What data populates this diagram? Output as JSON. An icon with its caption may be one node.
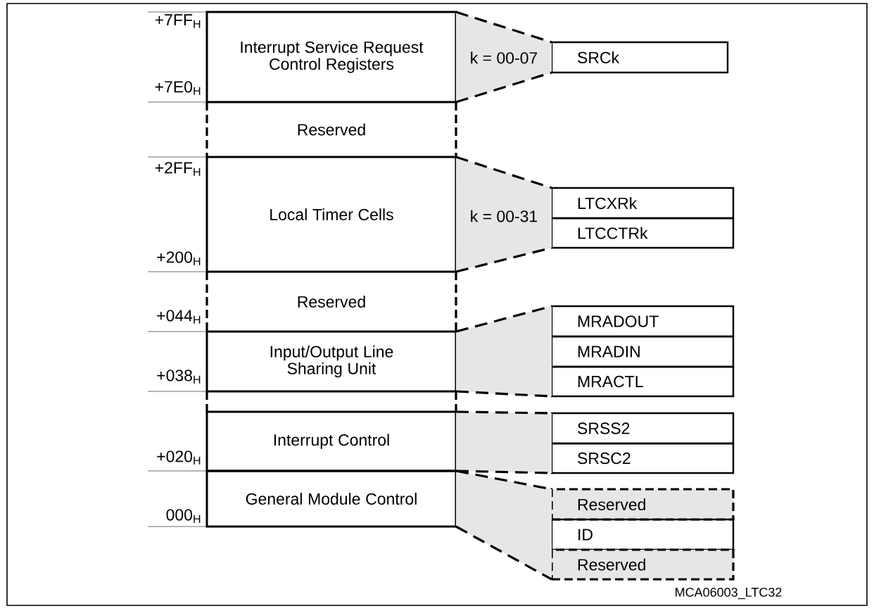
{
  "diagram": {
    "nodes": [
      {
        "text": [
          "Interrupt Service Request Control Registers"
        ]
      },
      {
        "text": [
          "SRCk"
        ]
      },
      {
        "text": [
          "Reserved"
        ]
      },
      {
        "text": [
          "Local Timer Cells"
        ]
      },
      {
        "text": [
          "LTCXRk"
        ]
      },
      {
        "text": [
          "LTCCTRk"
        ]
      },
      {
        "text": [
          "Reserved"
        ]
      },
      {
        "text": [
          "Input/Output Line Sharing Unit"
        ]
      },
      {
        "text": [
          "MRADOUT"
        ]
      },
      {
        "text": [
          "MRADIN"
        ]
      },
      {
        "text": [
          "MRACTL"
        ]
      },
      {
        "text": [],
        "shape": "box"
      },
      {
        "text": [
          "Interrupt Control"
        ]
      },
      {
        "text": [
          "SRSS2"
        ]
      },
      {
        "text": [
          "SRSC2"
        ]
      },
      {
        "text": [
          "General Module Control"
        ]
      },
      {
        "text": [
          "Reserved"
        ]
      },
      {
        "text": [
          "ID"
        ]
      },
      {
        "text": [
          "Reserved"
        ]
      }
    ],
    "edges": [
      {
        "from": 0,
        "to": 1,
        "arrow": "none",
        "style": "dashed"
      },
      {
        "from": 0,
        "to": 1,
        "arrow": "none",
        "style": "dashed"
      },
      {
        "from": 3,
        "to": 4,
        "arrow": "none",
        "style": "dashed"
      },
      {
        "from": 3,
        "to": 5,
        "arrow": "none",
        "style": "dashed"
      },
      {
        "from": 7,
        "to": 8,
        "arrow": "none",
        "style": "dashed"
      },
      {
        "from": 7,
        "to": 10,
        "arrow": "none",
        "style": "dashed"
      },
      {
        "from": 12,
        "to": 13,
        "arrow": "none",
        "style": "dashed"
      },
      {
        "from": 12,
        "to": 14,
        "arrow": "none",
        "style": "dashed"
      },
      {
        "from": 15,
        "to": 16,
        "arrow": "none",
        "style": "dashed"
      },
      {
        "from": 15,
        "to": 18,
        "arrow": "none",
        "style": "dashed"
      }
    ],
    "labels": [
      "+7FF$_{H}$",
      "k = 00-07",
      "+7E0$_{H}$",
      "+2FF$_{H}$",
      "k = 00-31",
      "+200$_{H}$",
      "+044$_{H}$",
      "+038$_{H}$",
      "+020$_{H}$",
      "000$_{H}$",
      "MCA06003_LTC32"
    ]
  }
}
